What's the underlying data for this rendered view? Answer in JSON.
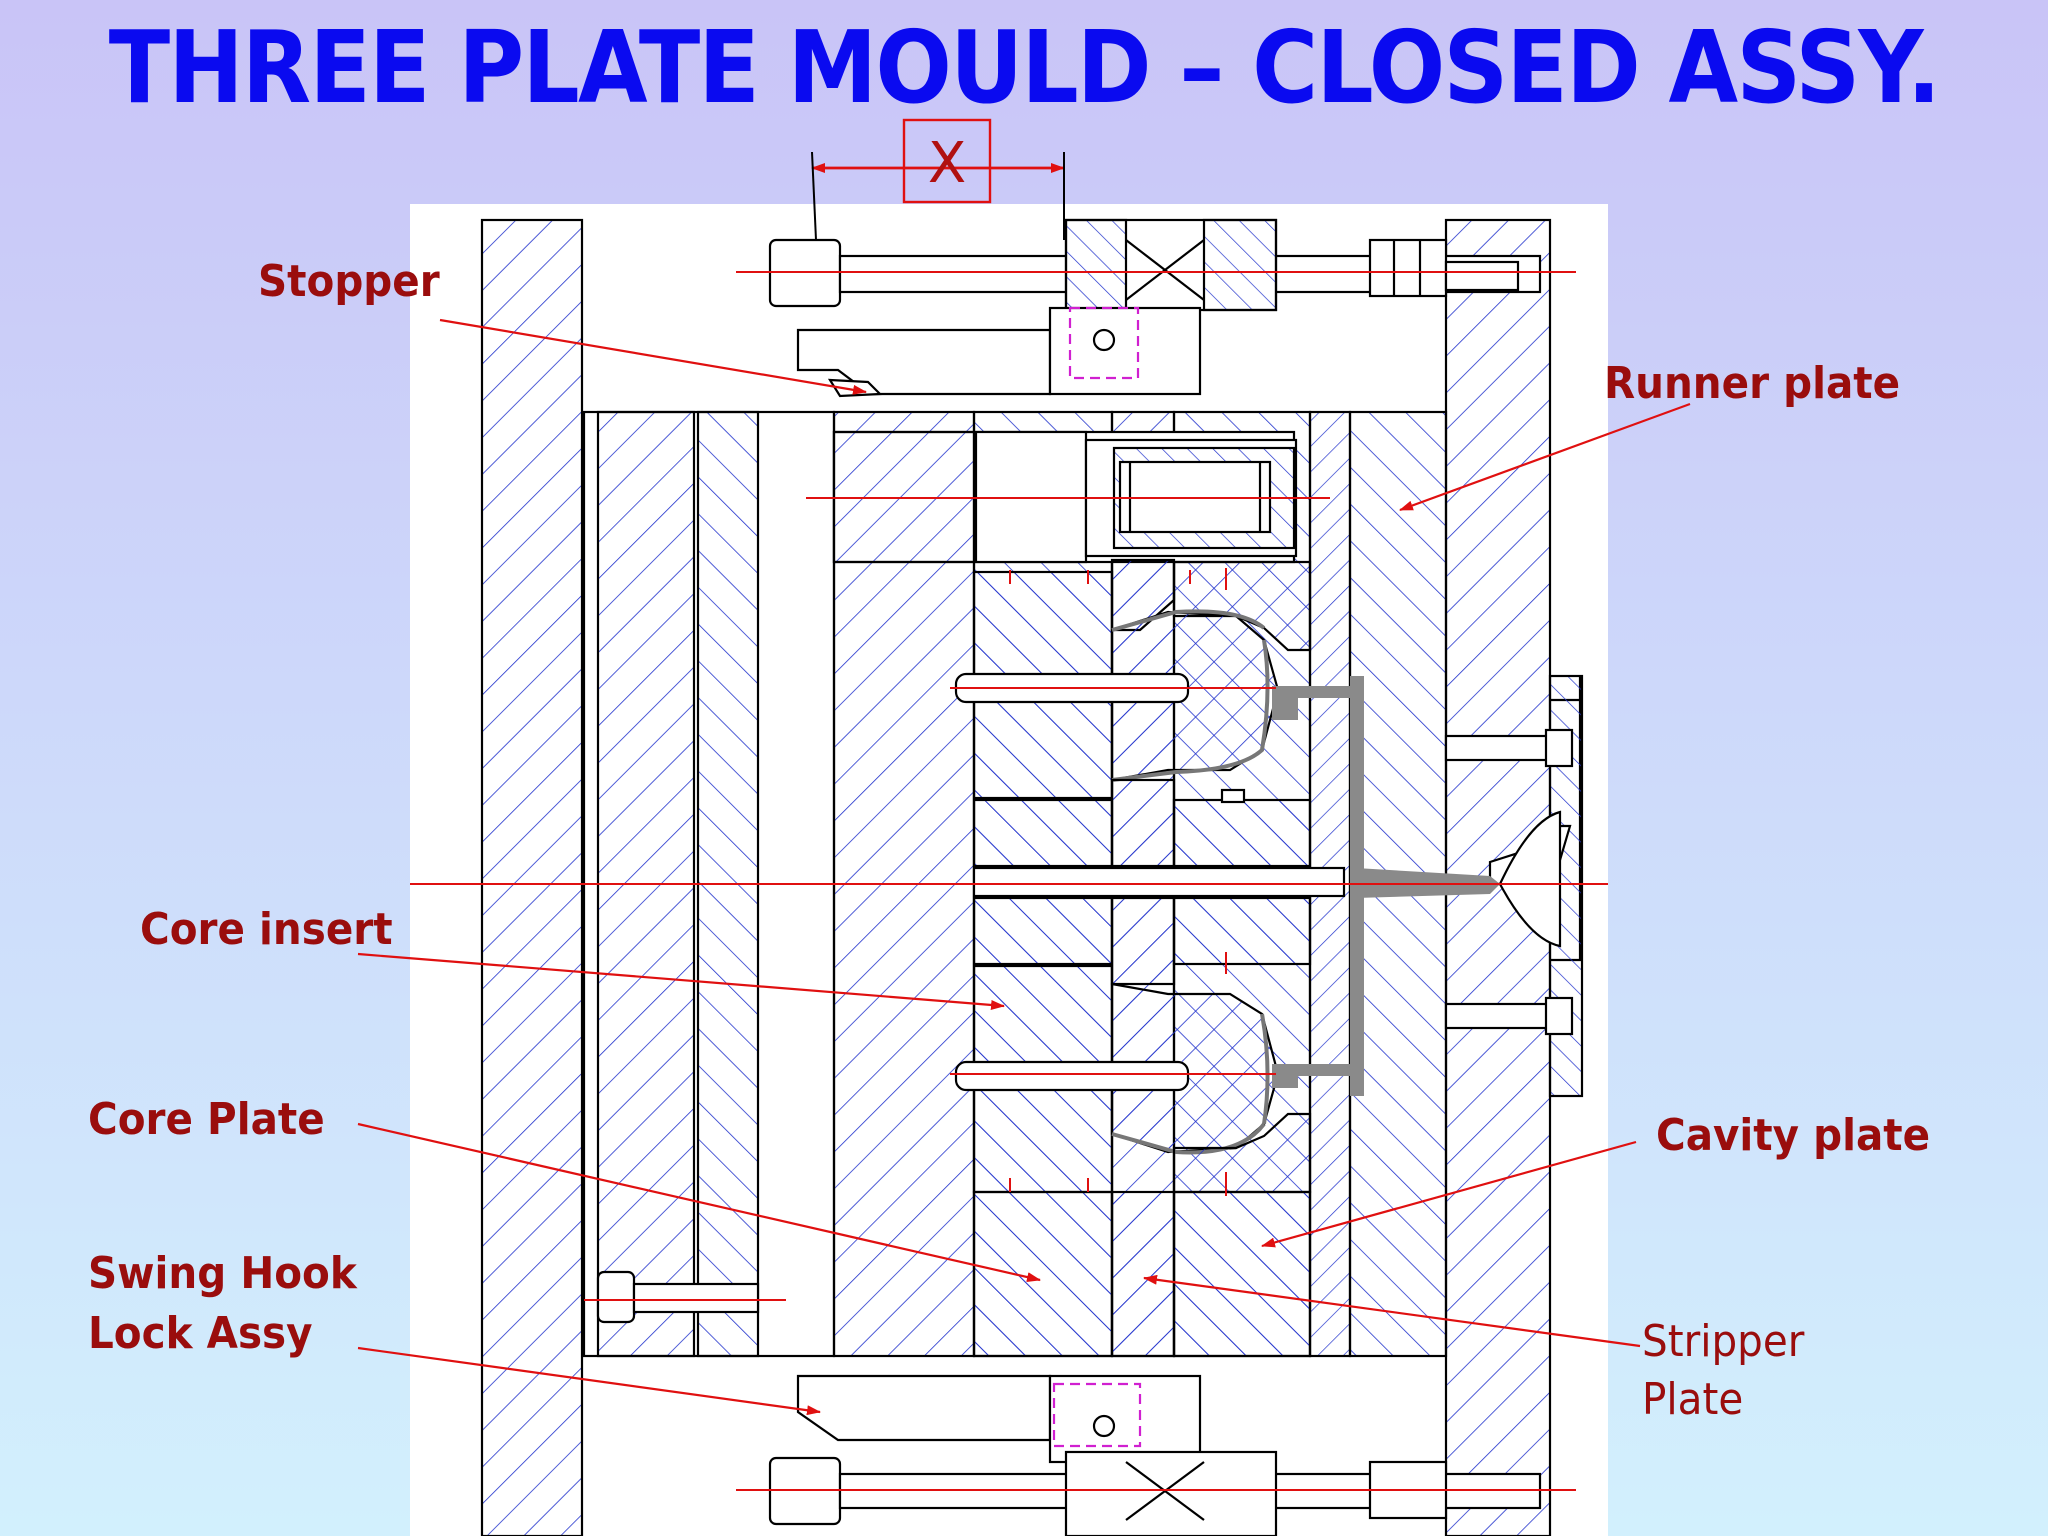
{
  "title": "THREE PLATE MOULD – CLOSED ASSY.",
  "dimension_label": "X",
  "labels": {
    "stopper": "Stopper",
    "runner_plate": "Runner plate",
    "core_insert": "Core insert",
    "core_plate": "Core Plate",
    "cavity_plate": "Cavity plate",
    "swing_hook_line1": "Swing Hook",
    "swing_hook_line2": "Lock Assy",
    "stripper_line1": "Stripper",
    "stripper_line2": "Plate"
  },
  "colors": {
    "title": "#0a0af0",
    "label": "#9a0d0d",
    "leader": "#e01010",
    "hatch": "#2233cc",
    "outline": "#000000",
    "runner": "#8a8a8a",
    "hidden_line": "#d020d0"
  }
}
